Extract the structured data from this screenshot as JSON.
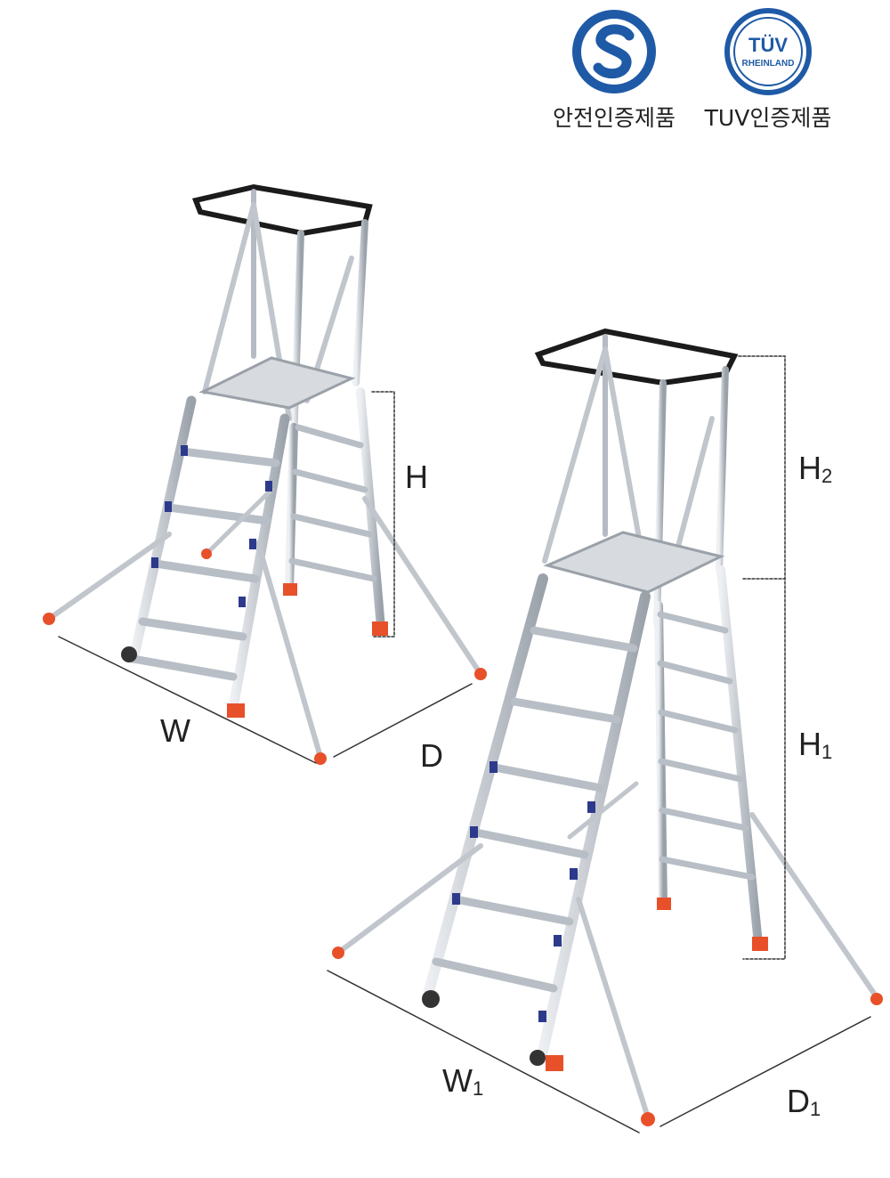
{
  "badges": {
    "safety": {
      "caption": "안전인증제품",
      "icon": "safety-s-mark-icon",
      "color": "#1f5aa6"
    },
    "tuv": {
      "caption": "TUV인증제품",
      "icon": "tuv-rheinland-icon",
      "color": "#1f5aa6",
      "logo_text_top": "TÜV",
      "logo_text_bottom": "RHEINLAND"
    }
  },
  "dimensions": {
    "small": {
      "height": "H",
      "width": "W",
      "depth": "D"
    },
    "large": {
      "upper_height": "H",
      "upper_height_sub": "2",
      "lower_height": "H",
      "lower_height_sub": "1",
      "width": "W",
      "width_sub": "1",
      "depth": "D",
      "depth_sub": "1"
    }
  },
  "colors": {
    "aluminum": "#c9ced4",
    "foot": "#e8502a",
    "rail": "#1b1b1b",
    "bracket": "#2d3a8c"
  }
}
